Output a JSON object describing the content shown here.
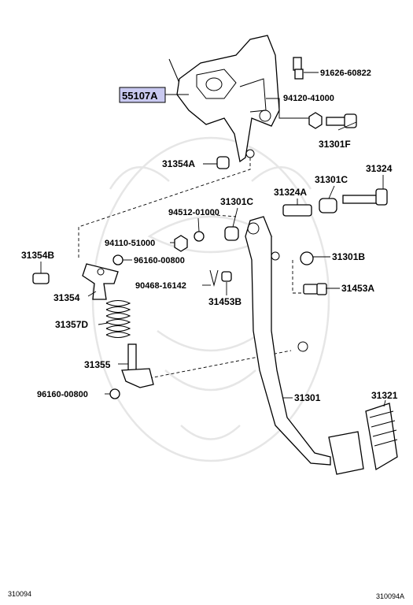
{
  "highlight_color": "#c9c9f0",
  "labels": {
    "p55107a": "55107A",
    "p91626": "91626-60822",
    "p94120": "94120-41000",
    "p31301f": "31301F",
    "p31354a": "31354A",
    "p31324": "31324",
    "p31301c": "31301C",
    "p31324a": "31324A",
    "p94512": "94512-01000",
    "p94110": "94110-51000",
    "p31354b": "31354B",
    "p96160a": "96160-00800",
    "p31301b": "31301B",
    "p90468": "90468-16142",
    "p31354": "31354",
    "p31453a": "31453A",
    "p31453b": "31453B",
    "p31357d": "31357D",
    "p31355": "31355",
    "p96160b": "96160-00800",
    "p31301": "31301",
    "p31321": "31321"
  },
  "footer": {
    "left": "310094",
    "right": "310094A"
  }
}
